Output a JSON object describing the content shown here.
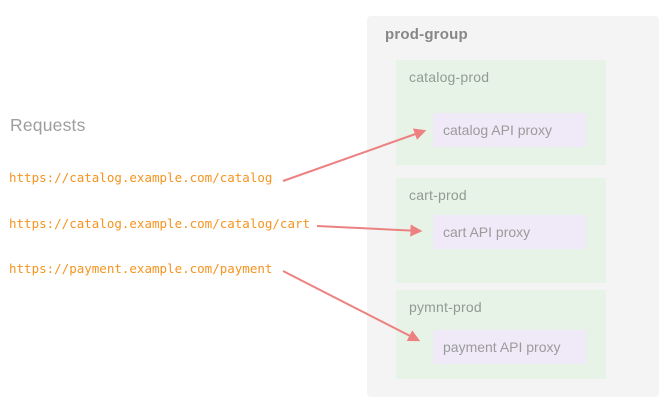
{
  "colors": {
    "url_text": "#f5941f",
    "arrow": "#ed8181",
    "group_bg": "#f4f4f4",
    "environment_bg": "#e7f3e6",
    "proxy_bg": "#f0e9f7",
    "group_label_text": "#878787",
    "label_text": "#9b9b9b"
  },
  "requests": {
    "heading": "Requests",
    "items": [
      {
        "url": "https://catalog.example.com/catalog",
        "routes_to": "catalog API proxy"
      },
      {
        "url": "https://catalog.example.com/catalog/cart",
        "routes_to": "cart API proxy"
      },
      {
        "url": "https://payment.example.com/payment",
        "routes_to": "payment API proxy"
      }
    ]
  },
  "group": {
    "label": "prod-group",
    "environments": [
      {
        "name": "catalog-prod",
        "proxy": "catalog API proxy"
      },
      {
        "name": "cart-prod",
        "proxy": "cart API proxy"
      },
      {
        "name": "pymnt-prod",
        "proxy": "payment API proxy"
      }
    ]
  }
}
